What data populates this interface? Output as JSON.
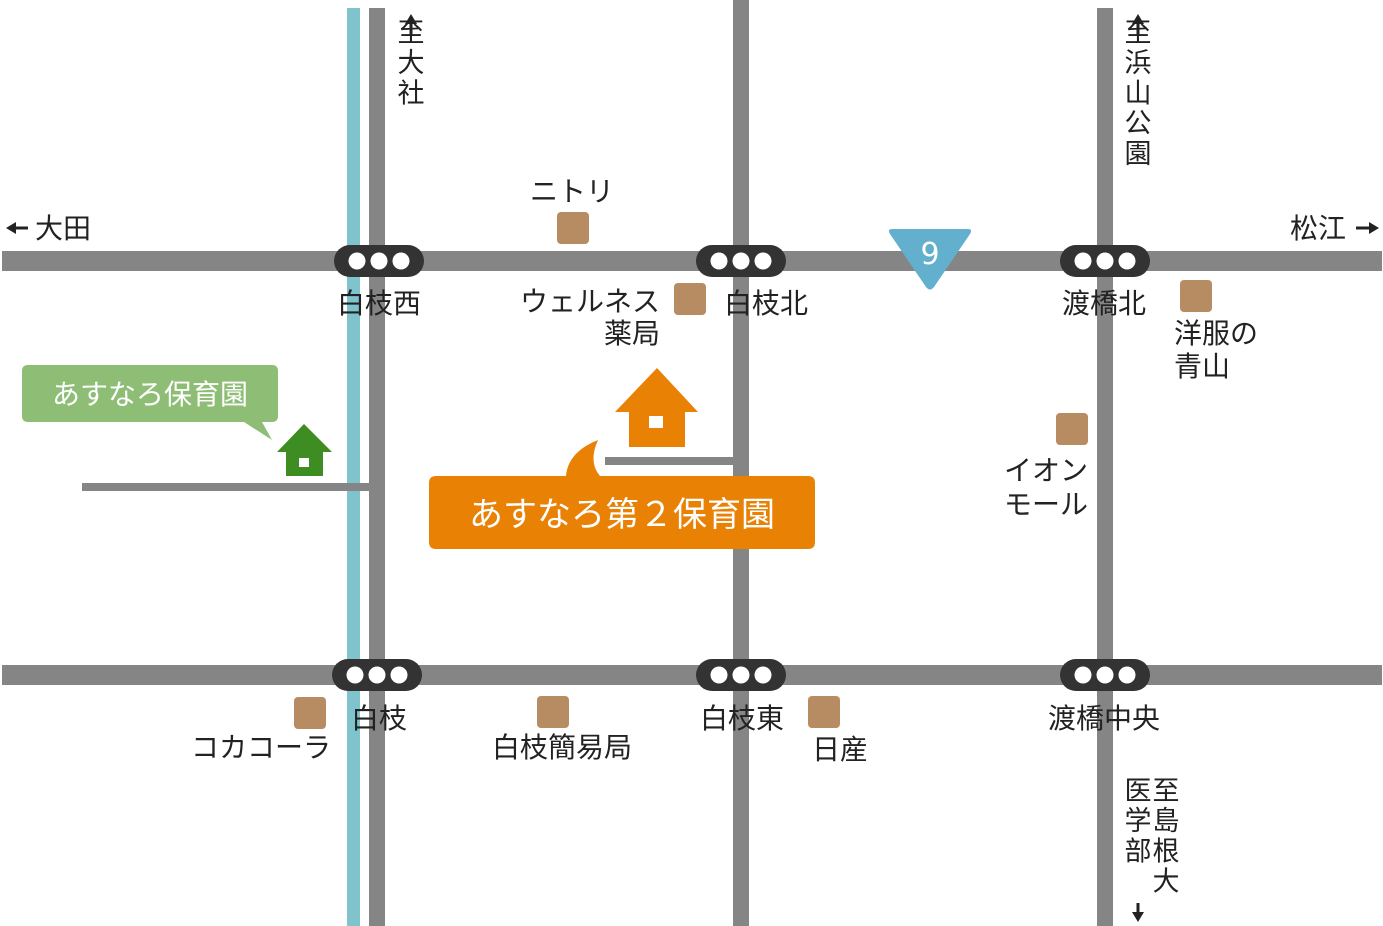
{
  "colors": {
    "road": "#858585",
    "river": "#7fc3cd",
    "landmark": "#b88c63",
    "signal": "#333333",
    "route_marker": "#62b0cd",
    "nursery_main": "#e98105",
    "nursery_other": "#8ebd76",
    "nursery_other_icon": "#3d8d23"
  },
  "directions": {
    "north_left": {
      "text": "至大社",
      "arrow": "up"
    },
    "north_right": {
      "text": "至浜山公園",
      "arrow": "up"
    },
    "west": {
      "text": "大田",
      "arrow": "left"
    },
    "east": {
      "text": "松江",
      "arrow": "right"
    },
    "south_col1": "至島根大",
    "south_col2": "医学部",
    "south_arrow": "down"
  },
  "route_marker": {
    "number": "9",
    "icon": "inverted-triangle-route-sign"
  },
  "intersections": {
    "shiraeda_nishi": "白枝西",
    "shiraeda_kita": "白枝北",
    "watari_bashi_kita": "渡橋北",
    "shiraeda": "白枝",
    "shiraeda_higashi": "白枝東",
    "watari_bashi_chuo": "渡橋中央"
  },
  "landmarks": {
    "nitori": "ニトリ",
    "wellness": [
      "ウェルネス",
      "薬局"
    ],
    "yofuku": [
      "洋服の",
      "青山"
    ],
    "aeon": [
      "イオン",
      "モール"
    ],
    "cocacola": "コカコーラ",
    "post_office": "白枝簡易局",
    "nissan": "日産"
  },
  "nurseries": {
    "main": {
      "name": "あすなろ第２保育園",
      "icon": "house-icon"
    },
    "other": {
      "name": "あすなろ保育園",
      "icon": "house-icon"
    }
  }
}
